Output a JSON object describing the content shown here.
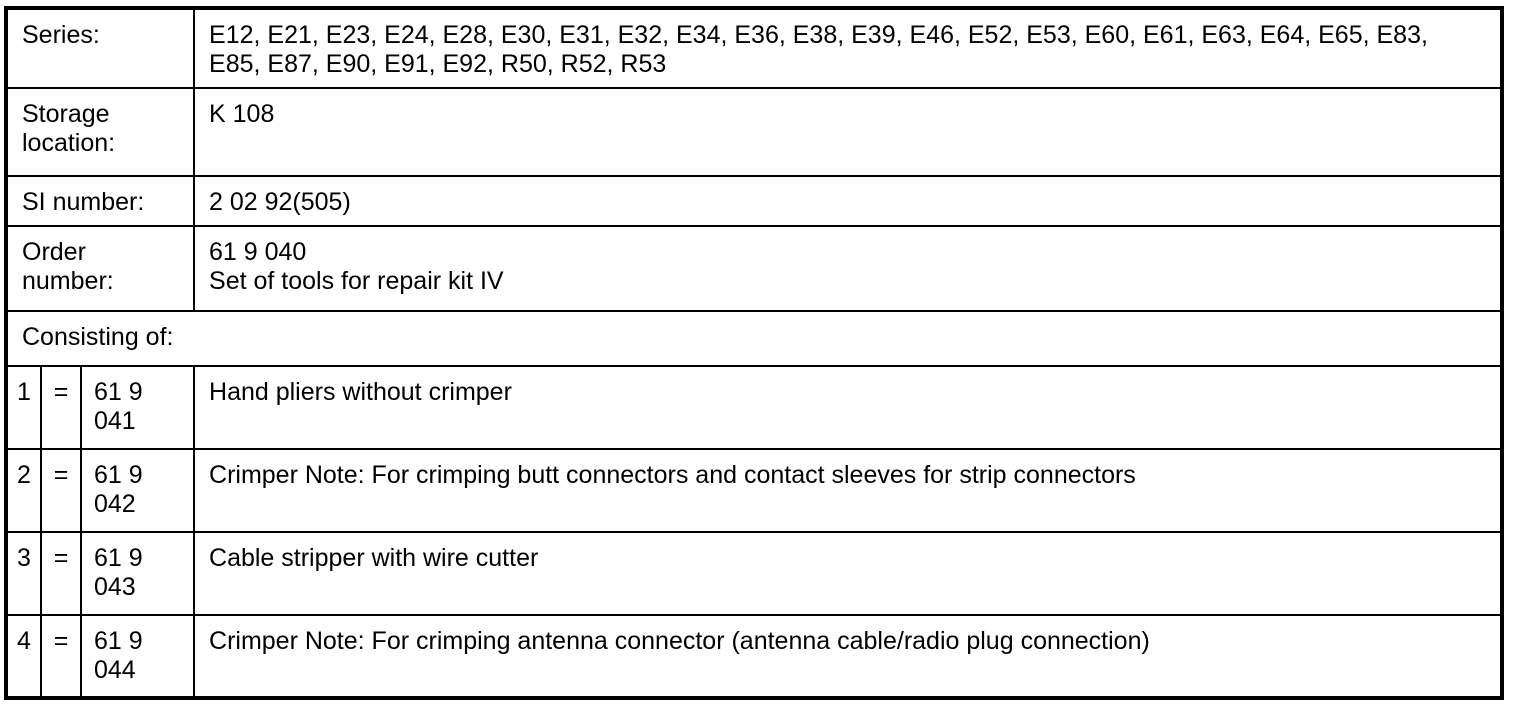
{
  "document": {
    "info_rows": [
      {
        "label": "Series:",
        "value": "E12, E21, E23, E24, E28, E30, E31, E32, E34, E36, E38, E39, E46, E52, E53, E60, E61, E63, E64, E65, E83, E85, E87, E90, E91, E92, R50, R52, R53"
      },
      {
        "label": "Storage location:",
        "value": "K 108"
      },
      {
        "label": "SI number:",
        "value": "2 02 92(505)"
      },
      {
        "label": "Order number:",
        "value": "61 9 040\nSet of tools for repair kit IV"
      }
    ],
    "section_header": "Consisting of:",
    "items": [
      {
        "index": "1",
        "eq": "=",
        "part_number": "61 9 041",
        "description": "Hand pliers without crimper"
      },
      {
        "index": "2",
        "eq": "=",
        "part_number": "61 9 042",
        "description": "Crimper Note: For crimping butt connectors and contact sleeves for strip connectors"
      },
      {
        "index": "3",
        "eq": "=",
        "part_number": "61 9 043",
        "description": "Cable stripper with wire cutter"
      },
      {
        "index": "4",
        "eq": "=",
        "part_number": "61 9 044",
        "description": "Crimper Note: For crimping antenna connector (antenna cable/radio plug connection)"
      }
    ],
    "colors": {
      "border": "#000000",
      "text": "#000000",
      "background": "#ffffff"
    }
  }
}
